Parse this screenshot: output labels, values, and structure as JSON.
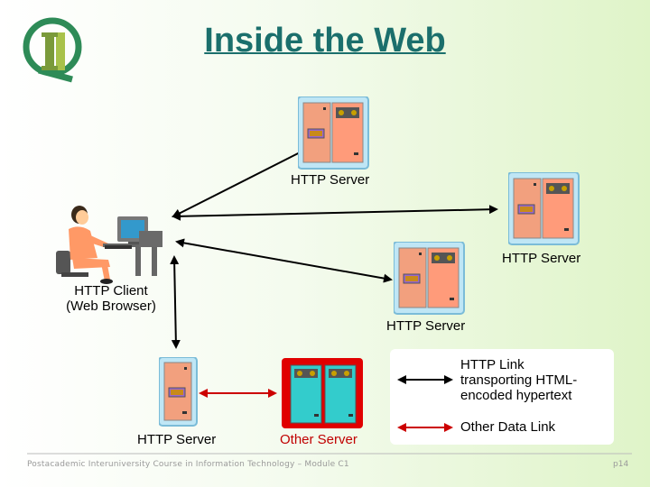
{
  "slide": {
    "title": "Inside the Web",
    "footer": "Postacademic Interuniversity Course in Information Technology – Module C1",
    "page": "p14"
  },
  "labels": {
    "server_top": "HTTP Server",
    "server_right": "HTTP Server",
    "server_middle": "HTTP Server",
    "server_bottom_left": "HTTP Server",
    "other_server": "Other Server",
    "client_line1": "HTTP Client",
    "client_line2": "(Web Browser)"
  },
  "legend": {
    "http_link_line1": "HTTP Link",
    "http_link_line2": "transporting HTML-",
    "http_link_line3": "encoded hypertext",
    "other_link": "Other Data Link"
  },
  "colors": {
    "http_link": "#000000",
    "other_link": "#cc0000",
    "title": "#1b6f6c",
    "server_left_unit": "#f2a07e",
    "server_right_unit": "#ff9b7a",
    "other_server_frame": "#e00000",
    "other_server_unit": "#33cccc"
  },
  "icons": [
    "logo-icon",
    "person-at-computer-icon",
    "server-icon",
    "other-server-icon"
  ]
}
